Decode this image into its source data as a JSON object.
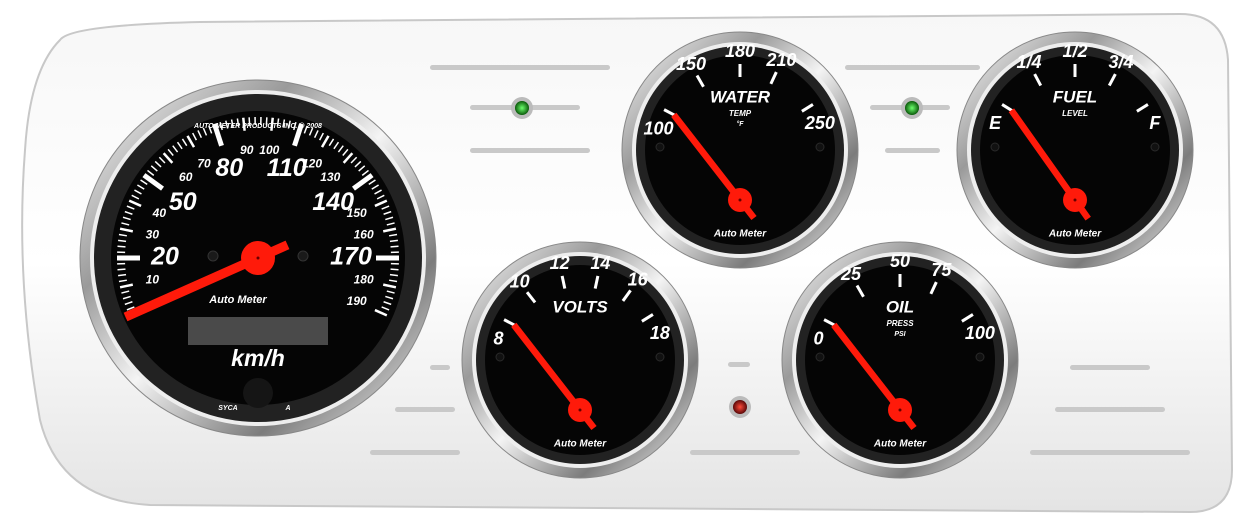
{
  "panel": {
    "color": "#eeeeee",
    "indicator_colors": [
      "#2fbf2f",
      "#2fbf2f",
      "#c01818"
    ]
  },
  "colors": {
    "face": "#050505",
    "needle": "#ff1a0a",
    "chrome": "#d8d8d8"
  },
  "brand": "Auto Meter",
  "speedometer": {
    "maker_text": "AUTO METER PRODUCTS INC. © 2008",
    "major_labels": [
      "20",
      "50",
      "80",
      "110",
      "140",
      "170"
    ],
    "minor_labels": [
      "10",
      "30",
      "40",
      "60",
      "70",
      "90",
      "100",
      "120",
      "130",
      "150",
      "160",
      "180",
      "190"
    ],
    "unit": "km/h",
    "bottom_text": "SYCA",
    "bottom_text_right": "A",
    "range": [
      0,
      190
    ],
    "needle_value": 0
  },
  "water_temp": {
    "labels": [
      "100",
      "150",
      "180",
      "210",
      "250"
    ],
    "title": "WATER",
    "subtitle": "TEMP",
    "unit": "°F",
    "needle_value": "100"
  },
  "fuel_level": {
    "labels": [
      "E",
      "1/4",
      "1/2",
      "3/4",
      "F"
    ],
    "title": "FUEL",
    "subtitle": "LEVEL",
    "needle_value": "E"
  },
  "voltmeter": {
    "labels": [
      "8",
      "10",
      "12",
      "14",
      "16",
      "18"
    ],
    "title": "VOLTS",
    "needle_value": "8"
  },
  "oil_pressure": {
    "labels": [
      "0",
      "25",
      "50",
      "75",
      "100"
    ],
    "title": "OIL",
    "subtitle": "PRESS",
    "unit": "PSI",
    "needle_value": "0"
  }
}
